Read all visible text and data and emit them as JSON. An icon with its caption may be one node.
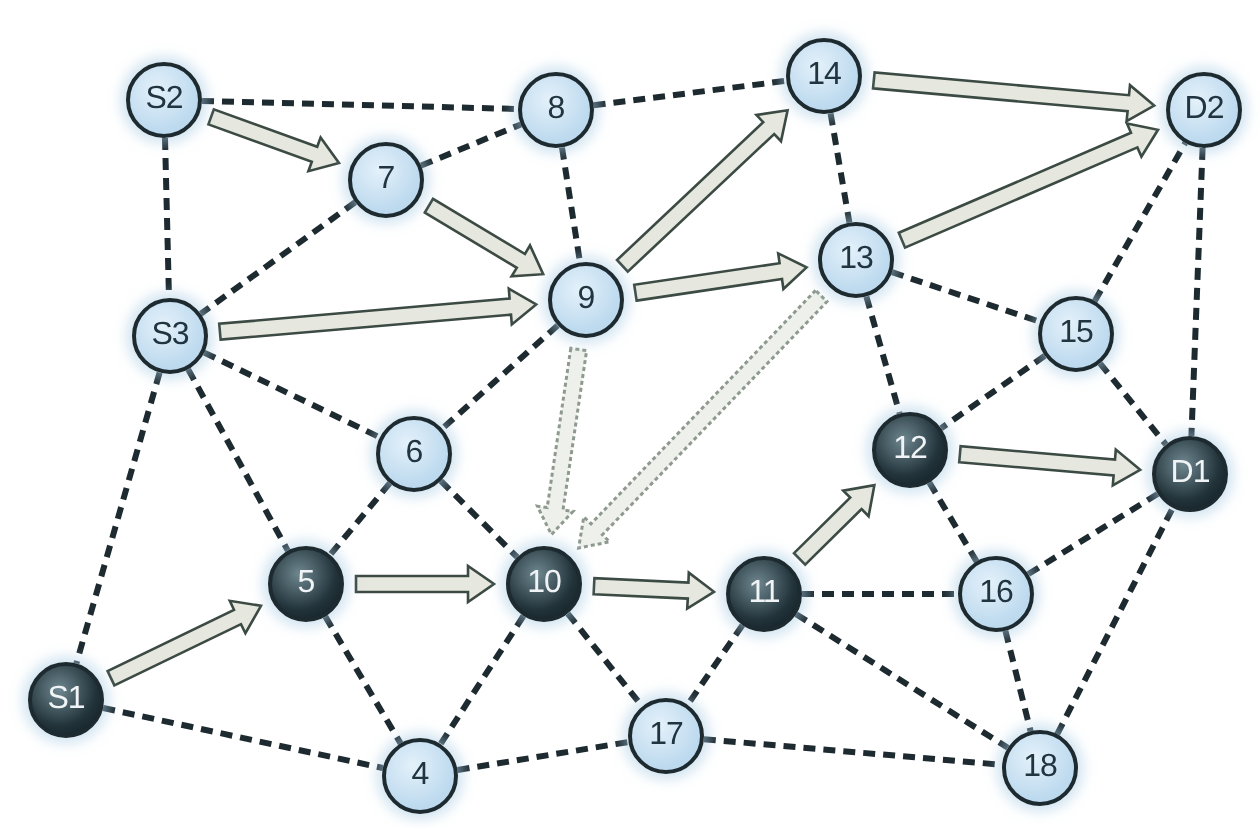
{
  "diagram": {
    "nodes": [
      {
        "text": [
          "S2"
        ]
      },
      {
        "text": [
          "14"
        ]
      },
      {
        "text": [
          "D2"
        ]
      },
      {
        "text": [
          "8"
        ]
      },
      {
        "text": [
          "7"
        ]
      },
      {
        "text": [
          "13"
        ]
      },
      {
        "text": [
          "9"
        ]
      },
      {
        "text": [
          "S3"
        ]
      },
      {
        "text": [
          "15"
        ]
      },
      {
        "text": [
          "6"
        ]
      },
      {
        "text": [
          "12"
        ]
      },
      {
        "text": [
          "D1"
        ]
      },
      {
        "text": [
          "5"
        ]
      },
      {
        "text": [
          "10"
        ]
      },
      {
        "text": [
          "11"
        ]
      },
      {
        "text": [
          "16"
        ]
      },
      {
        "text": [
          "S1"
        ]
      },
      {
        "text": [
          "17"
        ]
      },
      {
        "text": [
          "18"
        ]
      },
      {
        "text": [
          "4"
        ]
      }
    ],
    "edges": [
      {
        "from": 0,
        "to": 4,
        "arrow": "to",
        "style": "thick"
      },
      {
        "from": 4,
        "to": 6,
        "arrow": "to",
        "style": "thick"
      },
      {
        "from": 7,
        "to": 6,
        "arrow": "to",
        "style": "thick"
      },
      {
        "from": 6,
        "to": 1,
        "arrow": "to",
        "style": "thick"
      },
      {
        "from": 6,
        "to": 5,
        "arrow": "to",
        "style": "thick"
      },
      {
        "from": 1,
        "to": 2,
        "arrow": "to",
        "style": "thick"
      },
      {
        "from": 5,
        "to": 2,
        "arrow": "to",
        "style": "thick"
      },
      {
        "from": 16,
        "to": 12,
        "arrow": "to",
        "style": "thick"
      },
      {
        "from": 12,
        "to": 13,
        "arrow": "to",
        "style": "thick"
      },
      {
        "from": 13,
        "to": 14,
        "arrow": "to",
        "style": "thick"
      },
      {
        "from": 14,
        "to": 10,
        "arrow": "to",
        "style": "thick"
      },
      {
        "from": 10,
        "to": 11,
        "arrow": "to",
        "style": "thick"
      },
      {
        "from": 6,
        "to": 13,
        "arrow": "to",
        "style": "dashed"
      },
      {
        "from": 5,
        "to": 13,
        "arrow": "to",
        "style": "dashed"
      },
      {
        "from": 0,
        "to": 3,
        "arrow": "none",
        "style": "dashed"
      },
      {
        "from": 0,
        "to": 7,
        "arrow": "none",
        "style": "dashed"
      },
      {
        "from": 4,
        "to": 3,
        "arrow": "none",
        "style": "dashed"
      },
      {
        "from": 4,
        "to": 7,
        "arrow": "none",
        "style": "dashed"
      },
      {
        "from": 3,
        "to": 6,
        "arrow": "none",
        "style": "dashed"
      },
      {
        "from": 3,
        "to": 1,
        "arrow": "none",
        "style": "dashed"
      },
      {
        "from": 1,
        "to": 5,
        "arrow": "none",
        "style": "dashed"
      },
      {
        "from": 5,
        "to": 8,
        "arrow": "none",
        "style": "dashed"
      },
      {
        "from": 5,
        "to": 10,
        "arrow": "none",
        "style": "dashed"
      },
      {
        "from": 8,
        "to": 2,
        "arrow": "none",
        "style": "dashed"
      },
      {
        "from": 2,
        "to": 11,
        "arrow": "none",
        "style": "dashed"
      },
      {
        "from": 8,
        "to": 10,
        "arrow": "none",
        "style": "dashed"
      },
      {
        "from": 8,
        "to": 11,
        "arrow": "none",
        "style": "dashed"
      },
      {
        "from": 7,
        "to": 16,
        "arrow": "none",
        "style": "dashed"
      },
      {
        "from": 7,
        "to": 12,
        "arrow": "none",
        "style": "dashed"
      },
      {
        "from": 7,
        "to": 9,
        "arrow": "none",
        "style": "dashed"
      },
      {
        "from": 6,
        "to": 9,
        "arrow": "none",
        "style": "dashed"
      },
      {
        "from": 9,
        "to": 12,
        "arrow": "none",
        "style": "dashed"
      },
      {
        "from": 9,
        "to": 13,
        "arrow": "none",
        "style": "dashed"
      },
      {
        "from": 13,
        "to": 19,
        "arrow": "none",
        "style": "dashed"
      },
      {
        "from": 12,
        "to": 19,
        "arrow": "none",
        "style": "dashed"
      },
      {
        "from": 16,
        "to": 19,
        "arrow": "none",
        "style": "dashed"
      },
      {
        "from": 19,
        "to": 17,
        "arrow": "none",
        "style": "dashed"
      },
      {
        "from": 13,
        "to": 17,
        "arrow": "none",
        "style": "dashed"
      },
      {
        "from": 14,
        "to": 17,
        "arrow": "none",
        "style": "dashed"
      },
      {
        "from": 17,
        "to": 18,
        "arrow": "none",
        "style": "dashed"
      },
      {
        "from": 14,
        "to": 15,
        "arrow": "none",
        "style": "dashed"
      },
      {
        "from": 14,
        "to": 18,
        "arrow": "none",
        "style": "dashed"
      },
      {
        "from": 10,
        "to": 15,
        "arrow": "none",
        "style": "dashed"
      },
      {
        "from": 15,
        "to": 11,
        "arrow": "none",
        "style": "dashed"
      },
      {
        "from": 15,
        "to": 18,
        "arrow": "none",
        "style": "dashed"
      },
      {
        "from": 18,
        "to": 11,
        "arrow": "none",
        "style": "dashed"
      }
    ]
  }
}
